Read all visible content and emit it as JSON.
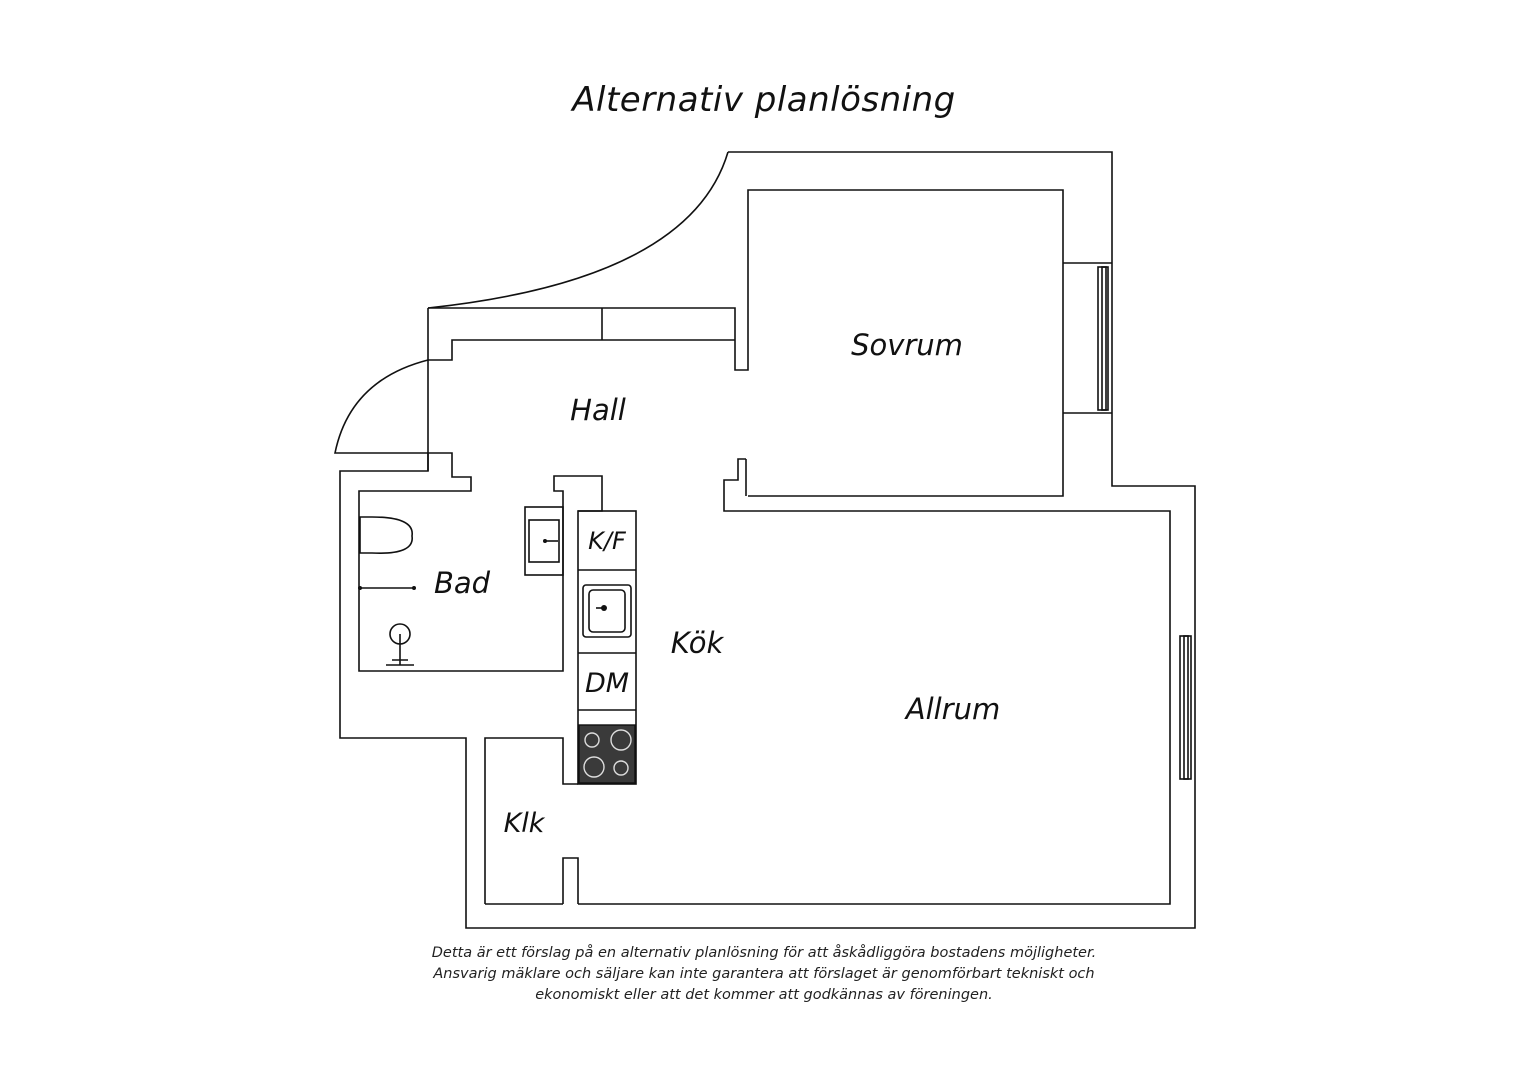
{
  "title": "Alternativ planlösning",
  "rooms": {
    "sovrum": "Sovrum",
    "hall": "Hall",
    "bad": "Bad",
    "kok": "Kök",
    "allrum": "Allrum",
    "klk": "Klk"
  },
  "appliances": {
    "fridge_freezer": "K/F",
    "dishwasher": "DM"
  },
  "disclaimer": [
    "Detta är ett förslag på en alternativ planlösning för att åskådliggöra bostadens möjligheter.",
    "Ansvarig mäklare och säljare kan inte garantera att förslaget är genomförbart tekniskt och",
    "ekonomiskt eller att det kommer att godkännas av föreningen."
  ],
  "colors": {
    "line": "#111111",
    "background": "#ffffff",
    "stove": "#3a3a3a"
  }
}
